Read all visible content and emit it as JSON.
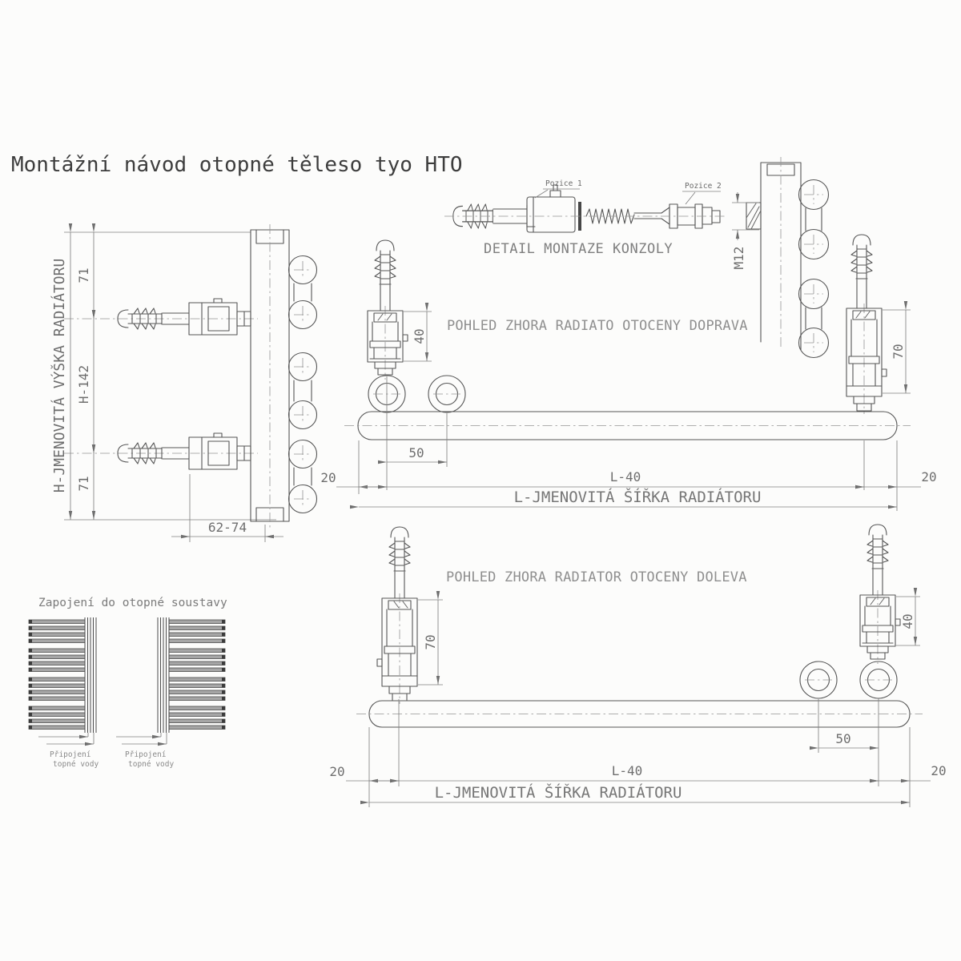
{
  "title": "Montážní návod otopné těleso tyo HTO",
  "detail": {
    "pozice1": "Pozice 1",
    "pozice2": "Pozice 2",
    "caption": "DETAIL MONTAZE KONZOLY",
    "thread": "M12"
  },
  "side_view": {
    "height_label": "H-JMENOVITÁ VÝŠKA RADIÁTORU",
    "dim_top": "71",
    "dim_mid": "H-142",
    "dim_bot": "71",
    "dim_depth": "62-74"
  },
  "view_right": {
    "caption": "POHLED ZHORA RADIATO OTOCENY DOPRAVA",
    "dim_bracket": "40",
    "dim_bracket2": "70",
    "dim_spacing": "50",
    "dim_edge_l": "20",
    "dim_len": "L-40",
    "dim_edge_r": "20",
    "width_label": "L-JMENOVITÁ ŠÍŘKA RADIÁTORU"
  },
  "view_left": {
    "caption": "POHLED ZHORA RADIATOR OTOCENY DOLEVA",
    "dim_bracket": "70",
    "dim_bracket2": "40",
    "dim_spacing": "50",
    "dim_edge_l": "20",
    "dim_len": "L-40",
    "dim_edge_r": "20",
    "width_label": "L-JMENOVITÁ ŠÍŘKA RADIÁTORU"
  },
  "connection": {
    "heading": "Zapojení do otopné soustavy",
    "left_label1": "Připojení",
    "left_label2": "topné vody",
    "right_label1": "Připojení",
    "right_label2": "topné vody"
  },
  "colors": {
    "line": "#565656",
    "dim_line": "#818181",
    "text": "#6e6e6e",
    "caption_text": "#8f8f8f",
    "paper": "#fcfcfb"
  }
}
